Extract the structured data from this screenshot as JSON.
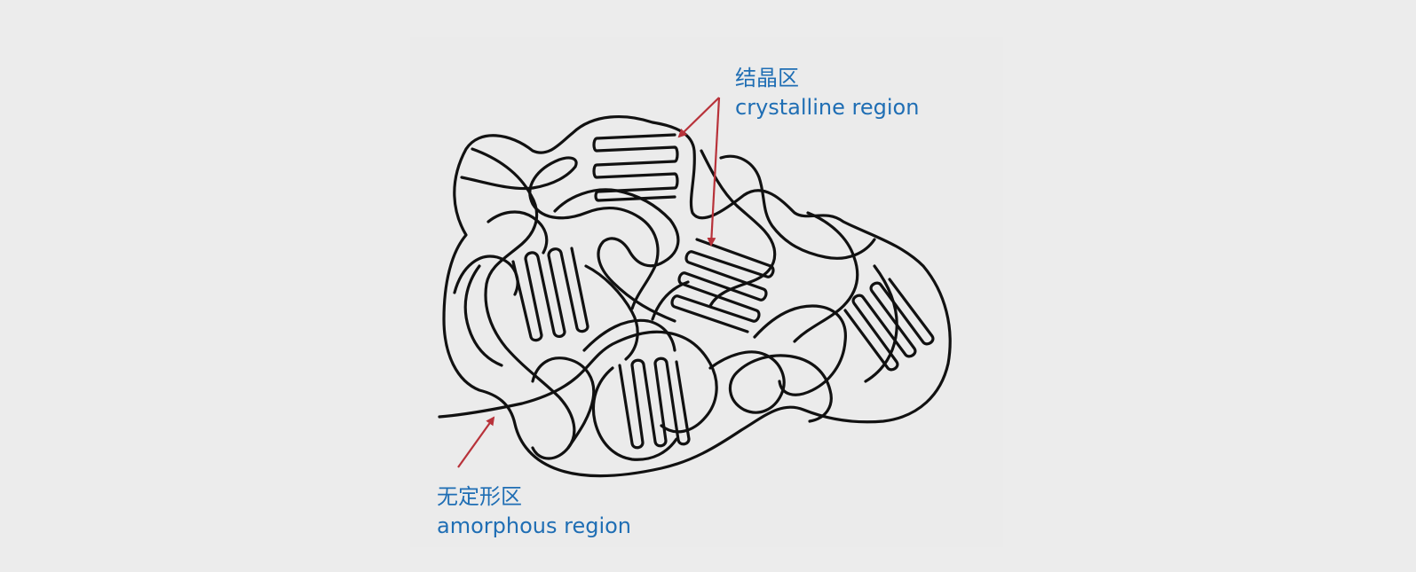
{
  "colors": {
    "background": "#ececec",
    "label_text": "#1f6eb4",
    "arrow": "#b8323a",
    "chain": "#111111"
  },
  "crystalline_label": {
    "zh": "结晶区",
    "en": "crystalline region"
  },
  "amorphous_label": {
    "zh": "无定形区",
    "en": "amorphous region"
  }
}
